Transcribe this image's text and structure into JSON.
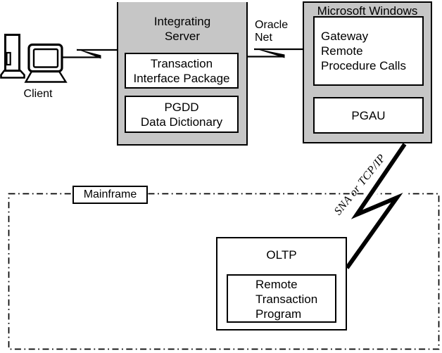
{
  "diagram": {
    "client": {
      "label": "Client"
    },
    "integrating_server": {
      "title_lines": [
        "Integrating",
        "Server"
      ],
      "tip_box_lines": [
        "Transaction",
        "Interface Package"
      ],
      "pgdd_box_lines": [
        "PGDD",
        "Data Dictionary"
      ]
    },
    "oracle_net": {
      "lines": [
        "Oracle",
        "Net"
      ]
    },
    "microsoft_windows": {
      "title": "Microsoft Windows",
      "grpc_box_lines": [
        "Gateway",
        "Remote",
        "Procedure Calls"
      ],
      "pgau_box_label": "PGAU"
    },
    "mainframe": {
      "label": "Mainframe"
    },
    "sna_link_label": "SNA or TCP/IP",
    "oltp": {
      "title": "OLTP",
      "rtp_box_lines": [
        "Remote",
        "Transaction",
        "Program"
      ]
    },
    "colors": {
      "server_box_gray": "#c6c6c6",
      "line_black": "#000000",
      "box_white": "#ffffff"
    }
  }
}
